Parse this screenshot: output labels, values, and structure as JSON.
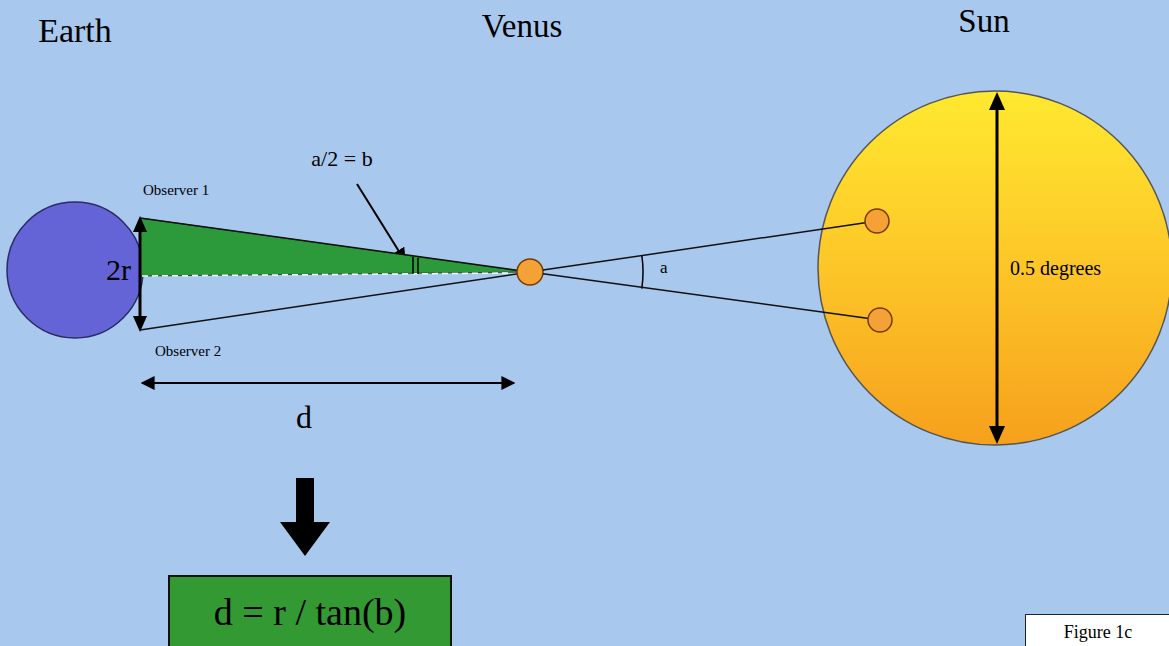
{
  "diagram": {
    "caption": "Figure 1c",
    "nodes": [
      {
        "text": [
          "2r"
        ]
      },
      {
        "text": [
          "0.5 degrees"
        ]
      },
      {
        "text": [
          "d = r / tan(b)"
        ]
      }
    ],
    "labels": [
      "Earth",
      "Venus",
      "Sun",
      "Observer 1",
      "a/2 = b",
      "Observer 2",
      "a",
      "d"
    ]
  }
}
